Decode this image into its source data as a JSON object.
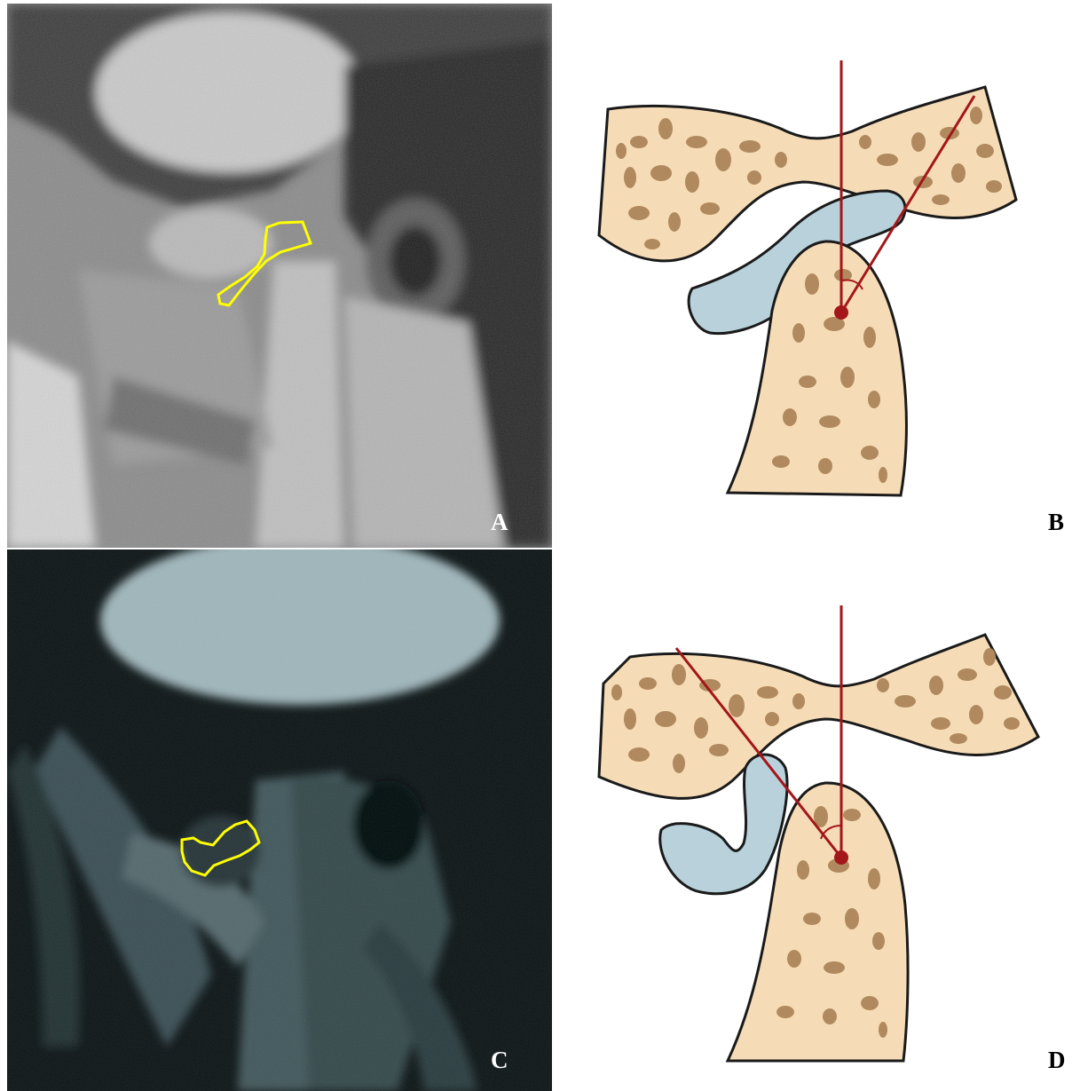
{
  "panels": {
    "a": {
      "label": "A",
      "kind": "mri-image"
    },
    "b": {
      "label": "B",
      "kind": "schematic"
    },
    "c": {
      "label": "C",
      "kind": "mri-image"
    },
    "d": {
      "label": "D",
      "kind": "schematic"
    }
  },
  "colors": {
    "bone_fill": "#f6dcb6",
    "bone_spots": "#b08a5e",
    "disc_fill": "#b8d1db",
    "axis_line": "#a3161a",
    "outline_highlight": "#ffff00"
  }
}
